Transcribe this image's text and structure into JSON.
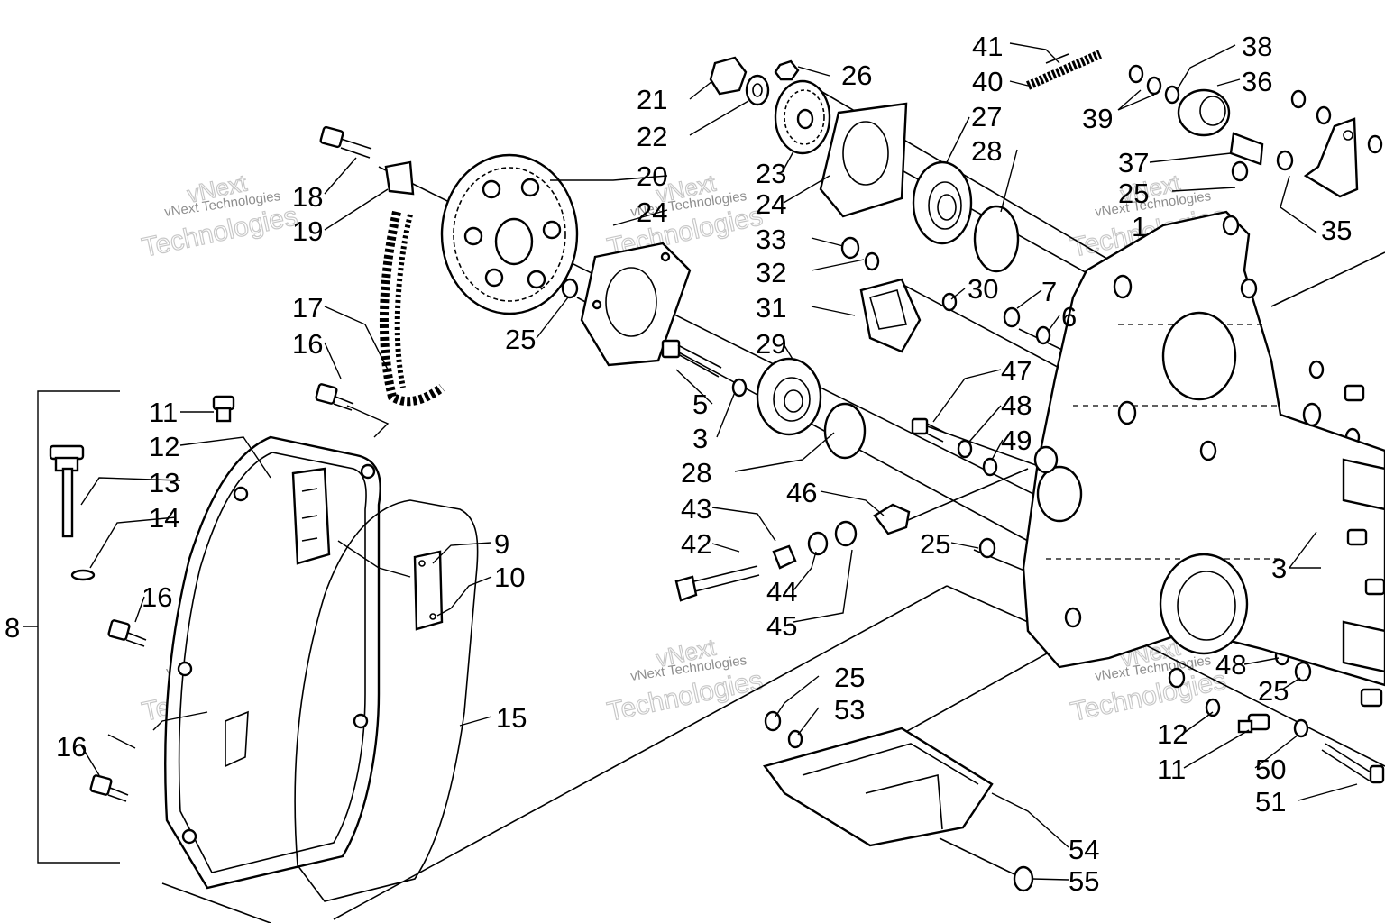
{
  "watermark": {
    "line1": "vNext Technologies",
    "line2": "vNext",
    "line3": "Technologies"
  },
  "callouts": [
    {
      "id": "c41",
      "num": "41"
    },
    {
      "id": "c40",
      "num": "40"
    },
    {
      "id": "c38",
      "num": "38"
    },
    {
      "id": "c36",
      "num": "36"
    },
    {
      "id": "c26",
      "num": "26"
    },
    {
      "id": "c21",
      "num": "21"
    },
    {
      "id": "c22",
      "num": "22"
    },
    {
      "id": "c27",
      "num": "27"
    },
    {
      "id": "c28a",
      "num": "28"
    },
    {
      "id": "c39",
      "num": "39"
    },
    {
      "id": "c20",
      "num": "20"
    },
    {
      "id": "c23",
      "num": "23"
    },
    {
      "id": "c24a",
      "num": "24"
    },
    {
      "id": "c24b",
      "num": "24"
    },
    {
      "id": "c37",
      "num": "37"
    },
    {
      "id": "c25a",
      "num": "25"
    },
    {
      "id": "c1",
      "num": "1"
    },
    {
      "id": "c35",
      "num": "35"
    },
    {
      "id": "c18",
      "num": "18"
    },
    {
      "id": "c19",
      "num": "19"
    },
    {
      "id": "c33",
      "num": "33"
    },
    {
      "id": "c32",
      "num": "32"
    },
    {
      "id": "c30",
      "num": "30"
    },
    {
      "id": "c7",
      "num": "7"
    },
    {
      "id": "c6",
      "num": "6"
    },
    {
      "id": "c17",
      "num": "17"
    },
    {
      "id": "c31",
      "num": "31"
    },
    {
      "id": "c25b",
      "num": "25"
    },
    {
      "id": "c16a",
      "num": "16"
    },
    {
      "id": "c29",
      "num": "29"
    },
    {
      "id": "c47",
      "num": "47"
    },
    {
      "id": "c5",
      "num": "5"
    },
    {
      "id": "c48a",
      "num": "48"
    },
    {
      "id": "c11a",
      "num": "11"
    },
    {
      "id": "c3a",
      "num": "3"
    },
    {
      "id": "c49",
      "num": "49"
    },
    {
      "id": "c12a",
      "num": "12"
    },
    {
      "id": "c28b",
      "num": "28"
    },
    {
      "id": "c13",
      "num": "13"
    },
    {
      "id": "c46",
      "num": "46"
    },
    {
      "id": "c43",
      "num": "43"
    },
    {
      "id": "c14",
      "num": "14"
    },
    {
      "id": "c9",
      "num": "9"
    },
    {
      "id": "c42",
      "num": "42"
    },
    {
      "id": "c25c",
      "num": "25"
    },
    {
      "id": "c3b",
      "num": "3"
    },
    {
      "id": "c10",
      "num": "10"
    },
    {
      "id": "c16b",
      "num": "16"
    },
    {
      "id": "c44",
      "num": "44"
    },
    {
      "id": "c8",
      "num": "8"
    },
    {
      "id": "c45",
      "num": "45"
    },
    {
      "id": "c48b",
      "num": "48"
    },
    {
      "id": "c25d",
      "num": "25"
    },
    {
      "id": "c53",
      "num": "53"
    },
    {
      "id": "c25e",
      "num": "25"
    },
    {
      "id": "c15",
      "num": "15"
    },
    {
      "id": "c12b",
      "num": "12"
    },
    {
      "id": "c16c",
      "num": "16"
    },
    {
      "id": "c11b",
      "num": "11"
    },
    {
      "id": "c50",
      "num": "50"
    },
    {
      "id": "c51",
      "num": "51"
    },
    {
      "id": "c54",
      "num": "54"
    },
    {
      "id": "c55",
      "num": "55"
    }
  ]
}
